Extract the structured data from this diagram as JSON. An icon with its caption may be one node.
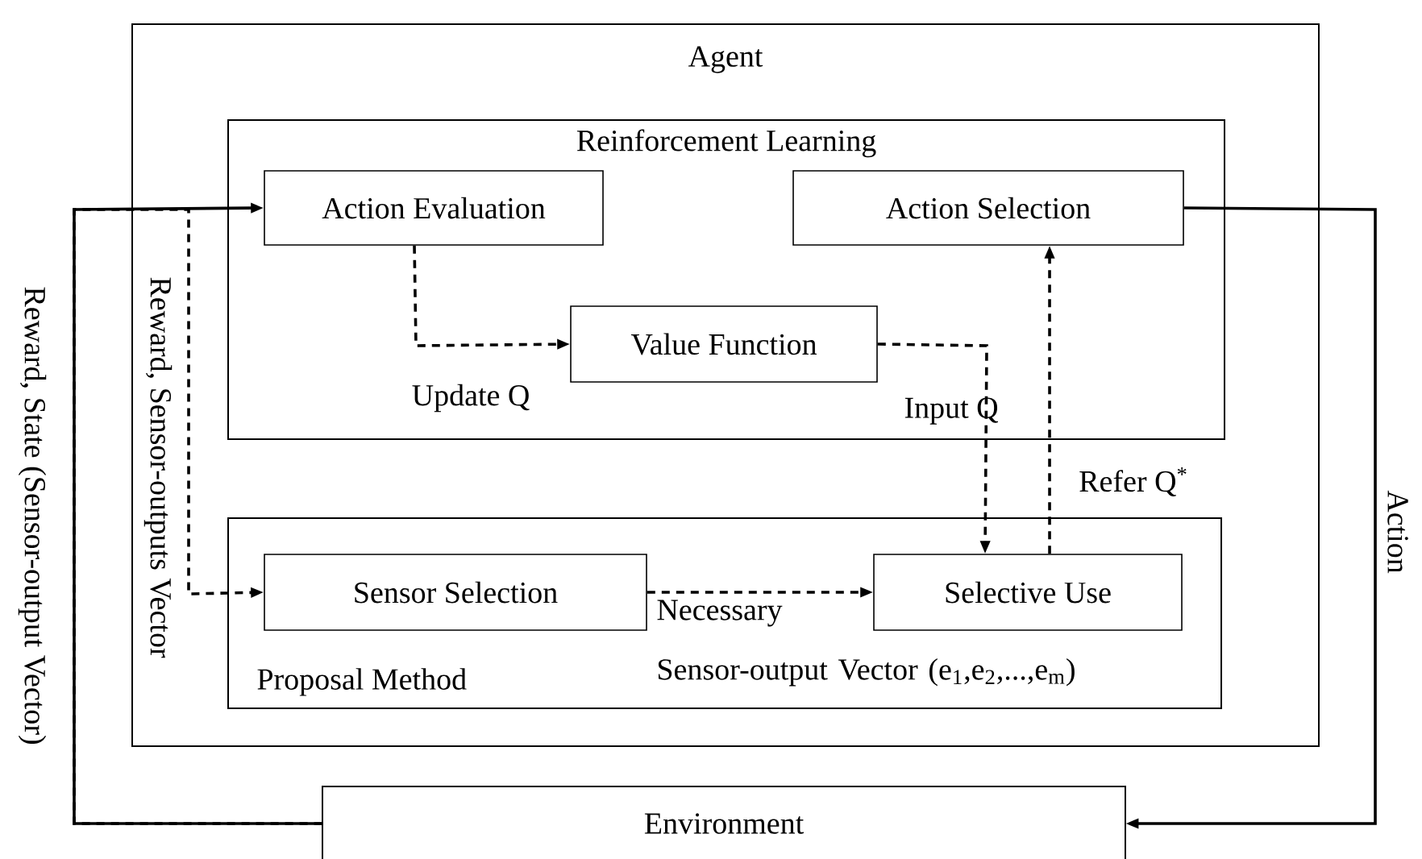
{
  "diagram": {
    "nodes": [
      {
        "text": [
          "Agent"
        ]
      },
      {
        "text": [
          "Reinforcement Learning"
        ],
        "in": 0
      },
      {
        "text": [
          "Action Evaluation"
        ],
        "in": 1
      },
      {
        "text": [
          "Action Selection"
        ],
        "in": 1
      },
      {
        "text": [
          "Value Function"
        ],
        "in": 1
      },
      {
        "text": [
          "Proposal Method"
        ],
        "in": 0
      },
      {
        "text": [
          "Sensor Selection"
        ],
        "in": 5
      },
      {
        "text": [
          "Selective Use"
        ],
        "in": 5
      },
      {
        "text": [
          "Environment"
        ]
      }
    ],
    "edges": [
      {
        "from": 8,
        "to": 2,
        "arrow": "to",
        "label": "Reward, State (Sensor-output Vector)"
      },
      {
        "from": 3,
        "to": 8,
        "arrow": "to",
        "label": "Action"
      },
      {
        "from": 8,
        "to": 6,
        "arrow": "to",
        "label": "Reward, Sensor-outputs Vector",
        "style": "dashed"
      },
      {
        "from": 2,
        "to": 4,
        "arrow": "to",
        "label": "Update Q",
        "style": "dashed"
      },
      {
        "from": 4,
        "to": 7,
        "arrow": "to",
        "label": "Input Q",
        "style": "dashed"
      },
      {
        "from": 7,
        "to": 3,
        "arrow": "to",
        "label": "Refer Q$^{*}$",
        "style": "dashed"
      },
      {
        "from": 6,
        "to": 7,
        "arrow": "to",
        "label": "Necessary Sensor-output Vector (e$_{1}$,e$_{2}$,...,e$_{m}$)",
        "style": "dashed"
      }
    ]
  }
}
